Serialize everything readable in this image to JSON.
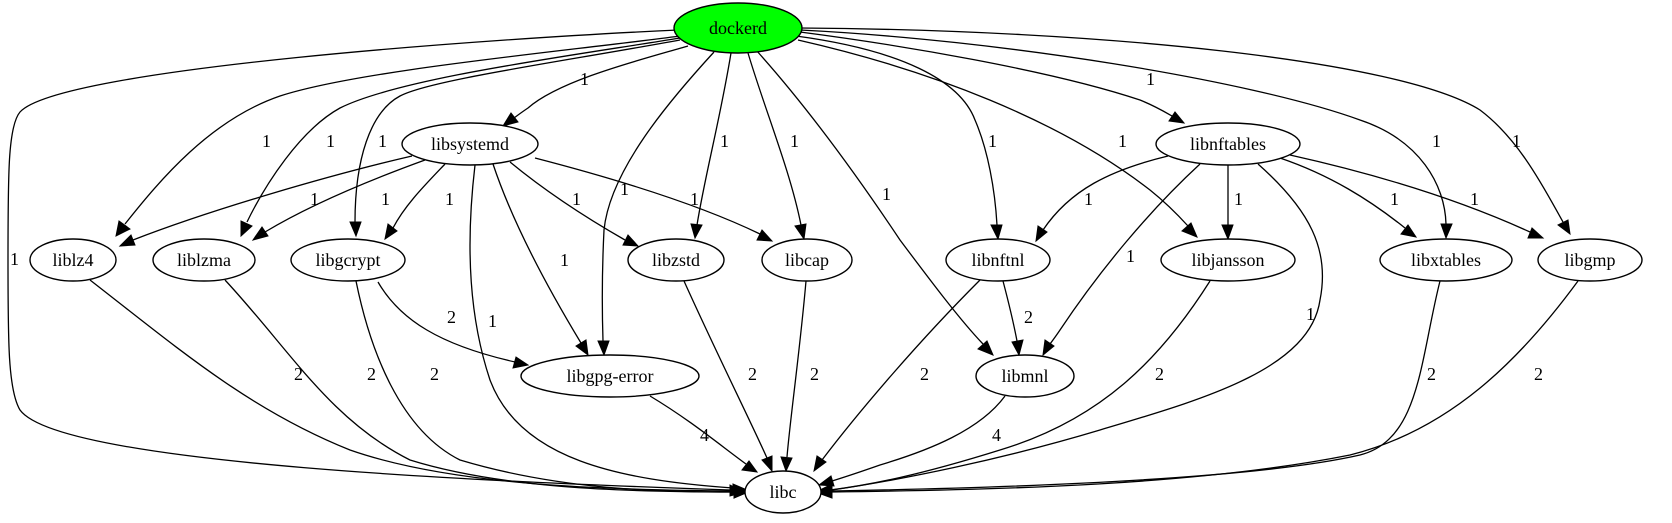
{
  "graph": {
    "root_fill": "#00ff00",
    "nodes": [
      {
        "id": "dockerd",
        "label": "dockerd",
        "root": true
      },
      {
        "id": "libsystemd",
        "label": "libsystemd"
      },
      {
        "id": "libnftables",
        "label": "libnftables"
      },
      {
        "id": "liblz4",
        "label": "liblz4"
      },
      {
        "id": "liblzma",
        "label": "liblzma"
      },
      {
        "id": "libgcrypt",
        "label": "libgcrypt"
      },
      {
        "id": "libzstd",
        "label": "libzstd"
      },
      {
        "id": "libcap",
        "label": "libcap"
      },
      {
        "id": "libnftnl",
        "label": "libnftnl"
      },
      {
        "id": "libjansson",
        "label": "libjansson"
      },
      {
        "id": "libxtables",
        "label": "libxtables"
      },
      {
        "id": "libgmp",
        "label": "libgmp"
      },
      {
        "id": "libgpg-error",
        "label": "libgpg-error"
      },
      {
        "id": "libmnl",
        "label": "libmnl"
      },
      {
        "id": "libc",
        "label": "libc"
      }
    ],
    "edges": [
      {
        "from": "dockerd",
        "to": "libc",
        "label": "1"
      },
      {
        "from": "dockerd",
        "to": "liblz4",
        "label": "1"
      },
      {
        "from": "dockerd",
        "to": "liblzma",
        "label": "1"
      },
      {
        "from": "dockerd",
        "to": "libgcrypt",
        "label": "1"
      },
      {
        "from": "dockerd",
        "to": "libsystemd",
        "label": "1"
      },
      {
        "from": "dockerd",
        "to": "libgpg-error",
        "label": "1"
      },
      {
        "from": "dockerd",
        "to": "libzstd",
        "label": "1"
      },
      {
        "from": "dockerd",
        "to": "libcap",
        "label": "1"
      },
      {
        "from": "dockerd",
        "to": "libmnl",
        "label": "1"
      },
      {
        "from": "dockerd",
        "to": "libnftnl",
        "label": "1"
      },
      {
        "from": "dockerd",
        "to": "libjansson",
        "label": "1"
      },
      {
        "from": "dockerd",
        "to": "libnftables",
        "label": "1"
      },
      {
        "from": "dockerd",
        "to": "libxtables",
        "label": "1"
      },
      {
        "from": "dockerd",
        "to": "libgmp",
        "label": "1"
      },
      {
        "from": "libsystemd",
        "to": "liblz4",
        "label": "1"
      },
      {
        "from": "libsystemd",
        "to": "liblzma",
        "label": "1"
      },
      {
        "from": "libsystemd",
        "to": "libgcrypt",
        "label": "1"
      },
      {
        "from": "libsystemd",
        "to": "libzstd",
        "label": "1"
      },
      {
        "from": "libsystemd",
        "to": "libcap",
        "label": "1"
      },
      {
        "from": "libsystemd",
        "to": "libgpg-error",
        "label": "1"
      },
      {
        "from": "libsystemd",
        "to": "libc",
        "label": "1"
      },
      {
        "from": "libnftables",
        "to": "libnftnl",
        "label": "1"
      },
      {
        "from": "libnftables",
        "to": "libjansson",
        "label": "1"
      },
      {
        "from": "libnftables",
        "to": "libmnl",
        "label": "1"
      },
      {
        "from": "libnftables",
        "to": "libxtables",
        "label": "1"
      },
      {
        "from": "libnftables",
        "to": "libgmp",
        "label": "1"
      },
      {
        "from": "libnftables",
        "to": "libc",
        "label": "1"
      },
      {
        "from": "libgcrypt",
        "to": "libgpg-error",
        "label": "2"
      },
      {
        "from": "libgcrypt",
        "to": "libc",
        "label": "2"
      },
      {
        "from": "liblz4",
        "to": "libc",
        "label": "2"
      },
      {
        "from": "liblzma",
        "to": "libc",
        "label": "2"
      },
      {
        "from": "libzstd",
        "to": "libc",
        "label": "2"
      },
      {
        "from": "libcap",
        "to": "libc",
        "label": "2"
      },
      {
        "from": "libnftnl",
        "to": "libmnl",
        "label": "2"
      },
      {
        "from": "libnftnl",
        "to": "libc",
        "label": "2"
      },
      {
        "from": "libjansson",
        "to": "libc",
        "label": "2"
      },
      {
        "from": "libxtables",
        "to": "libc",
        "label": "2"
      },
      {
        "from": "libgmp",
        "to": "libc",
        "label": "2"
      },
      {
        "from": "libgpg-error",
        "to": "libc",
        "label": "4"
      },
      {
        "from": "libmnl",
        "to": "libc",
        "label": "4"
      }
    ]
  }
}
